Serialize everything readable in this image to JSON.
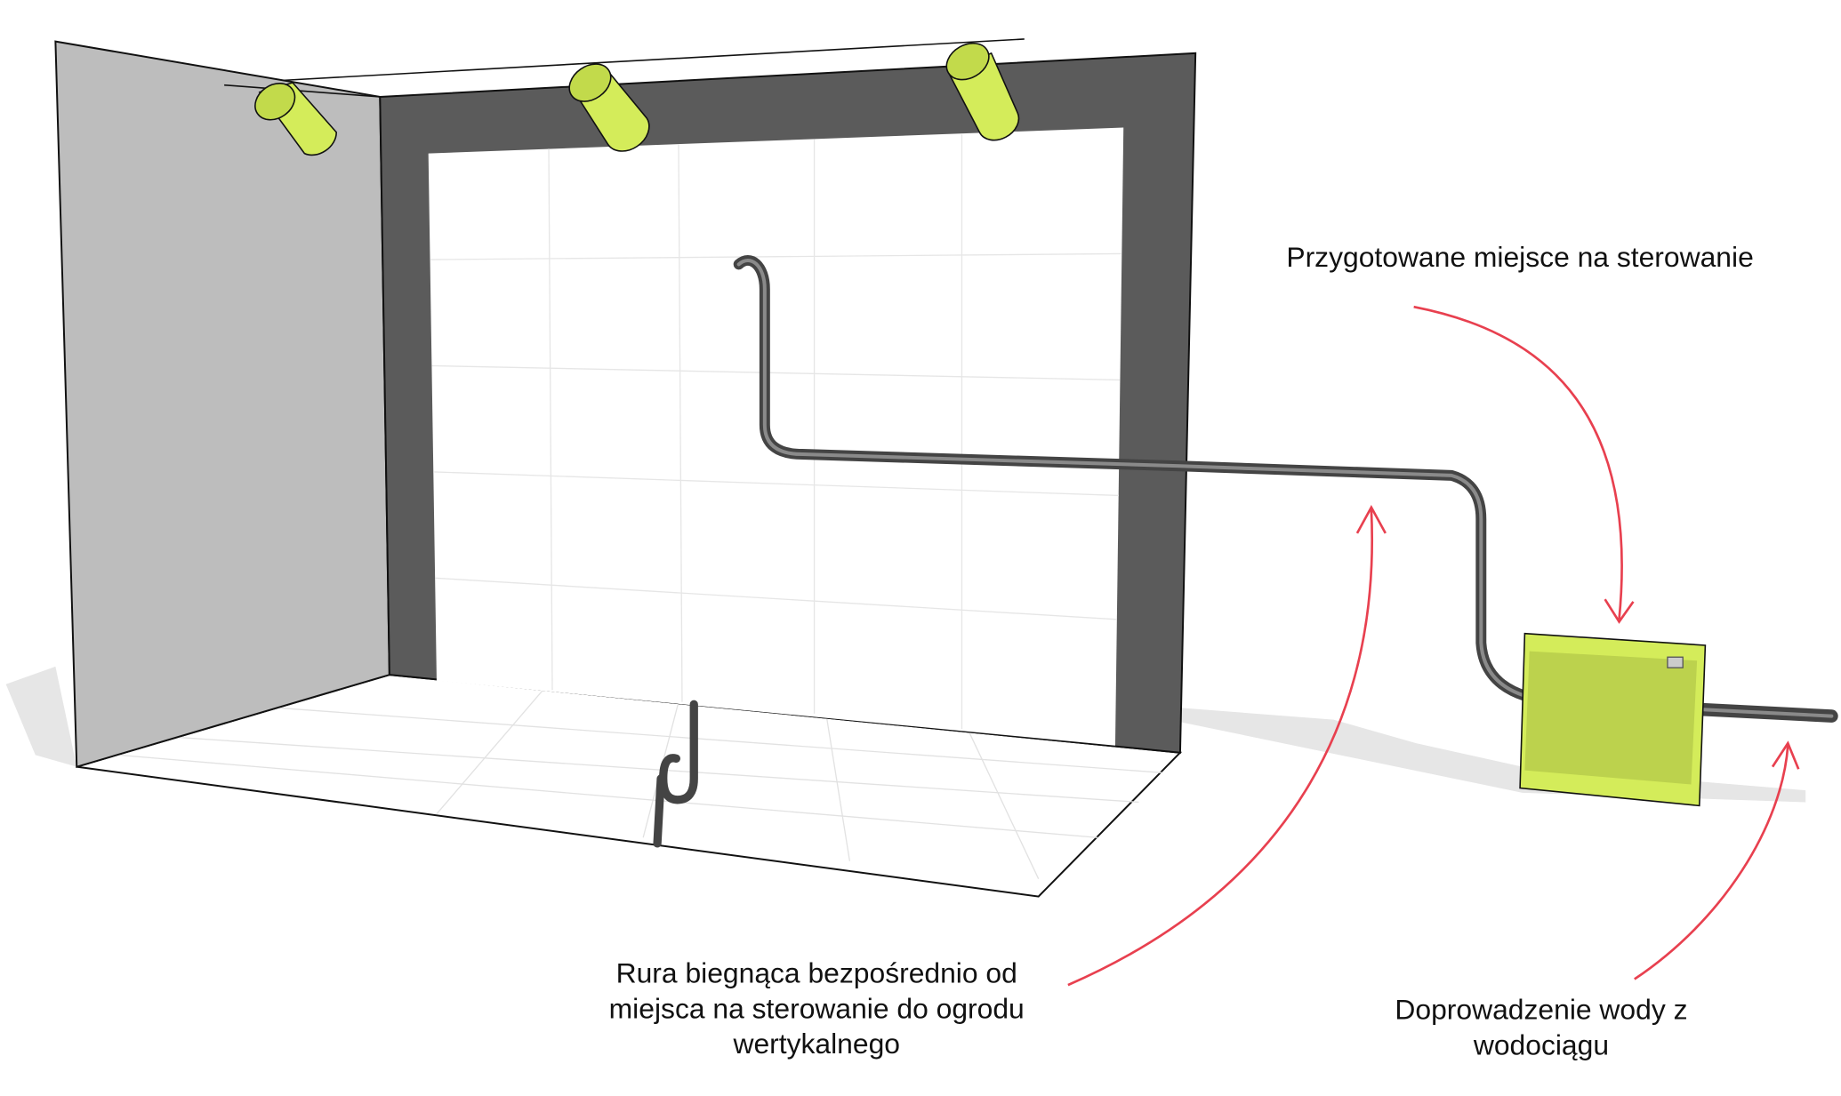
{
  "labels": {
    "control_place": "Przygotowane miejsce na sterowanie",
    "pipe_line1": "Rura biegnąca bezpośrednio od",
    "pipe_line2": "miejsca na sterowanie do ogrodu",
    "pipe_line3": "wertykalnego",
    "water_line1": "Doprowadzenie wody z",
    "water_line2": "wodociągu"
  },
  "colors": {
    "annotation_arrow": "#e8404f",
    "lamp": "#d4ec5a",
    "control_box": "#c4dc55",
    "frame": "#5b5b5b",
    "side_wall": "#bdbdbd",
    "pipe": "#5a5a5a"
  }
}
